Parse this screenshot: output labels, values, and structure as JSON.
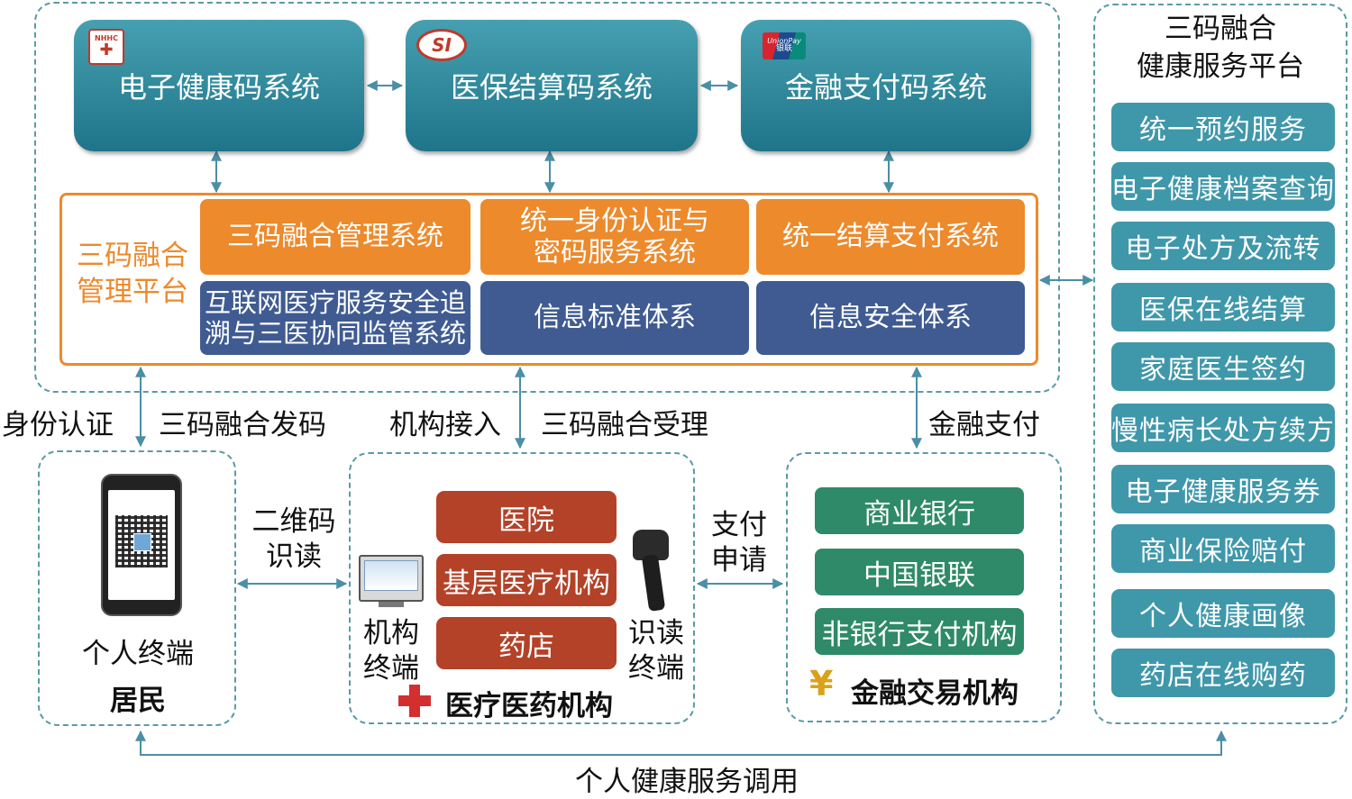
{
  "top_systems": {
    "health_code": {
      "label": "电子健康码系统",
      "logo_text": "NHHC"
    },
    "insurance_code": {
      "label": "医保结算码系统",
      "logo_text": "SI"
    },
    "payment_code": {
      "label": "金融支付码系统",
      "logo_text": "UnionPay",
      "logo_sub": "银联"
    }
  },
  "management": {
    "title_line1": "三码融合",
    "title_line2": "管理平台",
    "fusion_system": "三码融合管理系统",
    "identity_line1": "统一身份认证与",
    "identity_line2": "密码服务系统",
    "settlement": "统一结算支付系统",
    "supervision_line1": "互联网医疗服务安全追",
    "supervision_line2": "溯与三医协同监管系统",
    "info_standard": "信息标准体系",
    "info_security": "信息安全体系"
  },
  "service_platform": {
    "title_line1": "三码融合",
    "title_line2": "健康服务平台",
    "services": [
      "统一预约服务",
      "电子健康档案查询",
      "电子处方及流转",
      "医保在线结算",
      "家庭医生签约",
      "慢性病长处方续方",
      "电子健康服务券",
      "商业保险赔付",
      "个人健康画像",
      "药店在线购药"
    ]
  },
  "flow_labels": {
    "identity_auth": "身份认证",
    "code_issue": "三码融合发码",
    "institution_access": "机构接入",
    "code_accept": "三码融合受理",
    "financial_payment": "金融支付",
    "qr_read_line1": "二维码",
    "qr_read_line2": "识读",
    "pay_request_line1": "支付",
    "pay_request_line2": "申请",
    "health_service_call": "个人健康服务调用"
  },
  "personal": {
    "terminal": "个人终端",
    "resident": "居民"
  },
  "medical": {
    "hospital": "医院",
    "primary_care": "基层医疗机构",
    "pharmacy": "药店",
    "inst_terminal_line1": "机构",
    "inst_terminal_line2": "终端",
    "reader_terminal_line1": "识读",
    "reader_terminal_line2": "终端",
    "title": "医疗医药机构"
  },
  "finance": {
    "commercial_bank": "商业银行",
    "unionpay": "中国银联",
    "non_bank": "非银行支付机构",
    "title": "金融交易机构",
    "yen_symbol": "¥"
  },
  "colors": {
    "teal": "#2b8597",
    "orange": "#ec8a2c",
    "navy": "#3f5b92",
    "red": "#b34228",
    "green": "#2e8a68",
    "arrow": "#4a8fa6",
    "dash": "#5b9aa6"
  }
}
